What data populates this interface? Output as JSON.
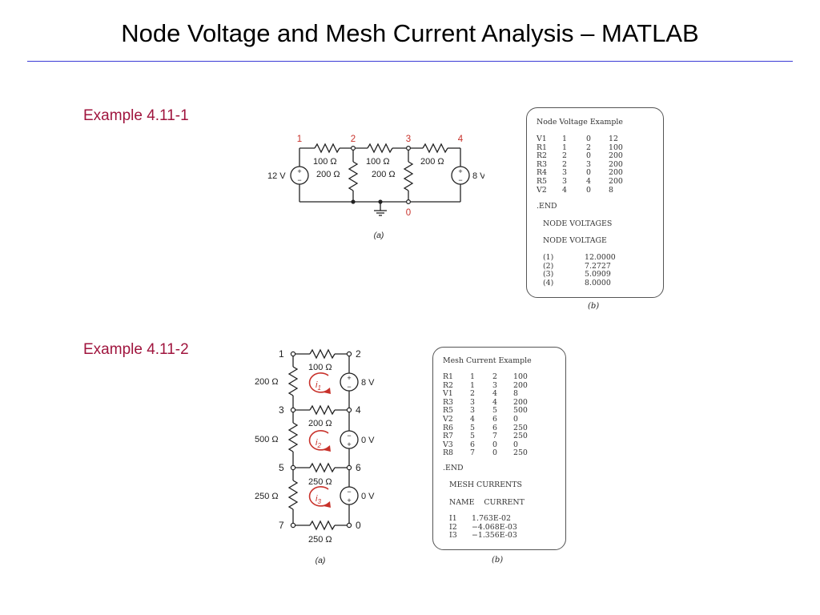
{
  "title": "Node Voltage and Mesh Current Analysis – MATLAB",
  "example1": {
    "label": "Example 4.11-1",
    "circuit": {
      "nodes": [
        "1",
        "2",
        "3",
        "4",
        "0"
      ],
      "resistor_labels": [
        "100 Ω",
        "100 Ω",
        "200 Ω",
        "200 Ω",
        "200 Ω"
      ],
      "sources": [
        "12 V",
        "8 V"
      ],
      "caption": "(a)"
    },
    "netlist": {
      "title": "Node Voltage Example",
      "rows": [
        [
          "V1",
          "1",
          "0",
          "12"
        ],
        [
          "R1",
          "1",
          "2",
          "100"
        ],
        [
          "R2",
          "2",
          "0",
          "200"
        ],
        [
          "R3",
          "2",
          "3",
          "200"
        ],
        [
          "R4",
          "3",
          "0",
          "200"
        ],
        [
          "R5",
          "3",
          "4",
          "200"
        ],
        [
          "V2",
          "4",
          "0",
          "8"
        ]
      ],
      "end": ".END",
      "section": "NODE VOLTAGES",
      "columns": "NODE VOLTAGE",
      "results": [
        [
          "(1)",
          "12.0000"
        ],
        [
          "(2)",
          "7.2727"
        ],
        [
          "(3)",
          "5.0909"
        ],
        [
          "(4)",
          "8.0000"
        ]
      ],
      "caption": "(b)"
    }
  },
  "example2": {
    "label": "Example 4.11-2",
    "circuit": {
      "nodes": [
        "1",
        "2",
        "3",
        "4",
        "5",
        "6",
        "7",
        "0"
      ],
      "resistor_labels": [
        "100 Ω",
        "200 Ω",
        "200 Ω",
        "500 Ω",
        "250 Ω",
        "250 Ω",
        "250 Ω"
      ],
      "sources": [
        "8 V",
        "0 V",
        "0 V"
      ],
      "mesh_currents": [
        "i",
        "i",
        "i"
      ],
      "mesh_subscripts": [
        "1",
        "2",
        "3"
      ],
      "caption": "(a)"
    },
    "netlist": {
      "title": "Mesh Current Example",
      "rows": [
        [
          "R1",
          "1",
          "2",
          "100"
        ],
        [
          "R2",
          "1",
          "3",
          "200"
        ],
        [
          "V1",
          "2",
          "4",
          "8"
        ],
        [
          "R3",
          "3",
          "4",
          "200"
        ],
        [
          "R5",
          "3",
          "5",
          "500"
        ],
        [
          "V2",
          "4",
          "6",
          "0"
        ],
        [
          "R6",
          "5",
          "6",
          "250"
        ],
        [
          "R7",
          "5",
          "7",
          "250"
        ],
        [
          "V3",
          "6",
          "0",
          "0"
        ],
        [
          "R8",
          "7",
          "0",
          "250"
        ]
      ],
      "end": ".END",
      "section": "MESH CURRENTS",
      "columns": "NAME    CURRENT",
      "results": [
        [
          "I1",
          "1.763E-02"
        ],
        [
          "I2",
          "−4.068E-03"
        ],
        [
          "I3",
          "−1.356E-03"
        ]
      ],
      "caption": "(b)"
    }
  },
  "colors": {
    "node_label": "#c8312a",
    "example_label": "#a0153e",
    "rule": "#3a3ad6"
  }
}
